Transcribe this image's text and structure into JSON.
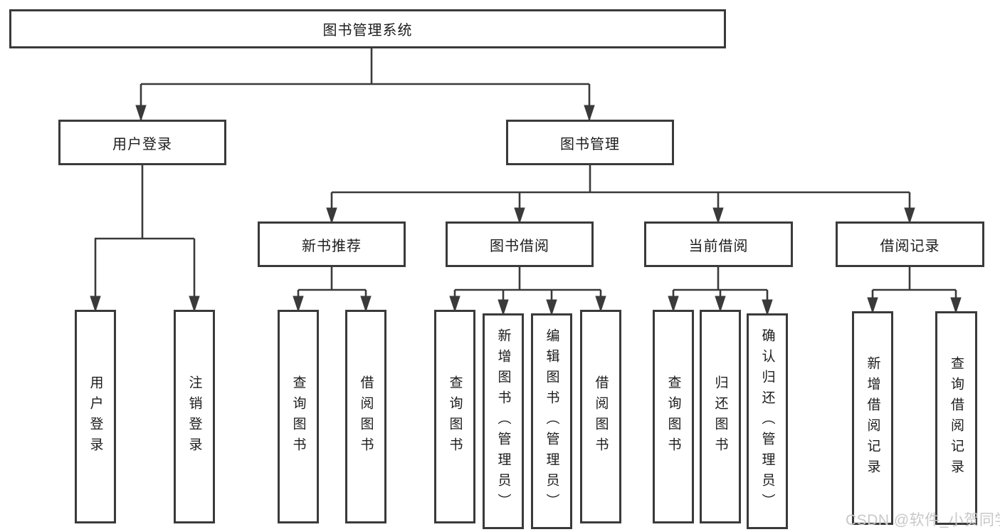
{
  "diagram": {
    "root": {
      "label": "图书管理系统"
    },
    "level2": [
      {
        "label": "用户登录"
      },
      {
        "label": "图书管理"
      }
    ],
    "level3": [
      {
        "label": "新书推荐"
      },
      {
        "label": "图书借阅"
      },
      {
        "label": "当前借阅"
      },
      {
        "label": "借阅记录"
      }
    ],
    "leaves": {
      "user": [
        {
          "label": "用户登录"
        },
        {
          "label": "注销登录"
        }
      ],
      "newbook": [
        {
          "label": "查询图书"
        },
        {
          "label": "借阅图书"
        }
      ],
      "borrow": [
        {
          "label": "查询图书"
        },
        {
          "label": "新增图书（管理员）"
        },
        {
          "label": "编辑图书（管理员）"
        },
        {
          "label": "借阅图书"
        }
      ],
      "current": [
        {
          "label": "查询图书"
        },
        {
          "label": "归还图书"
        },
        {
          "label": "确认归还（管理员）"
        }
      ],
      "records": [
        {
          "label": "新增借阅记录"
        },
        {
          "label": "查询借阅记录"
        }
      ]
    }
  },
  "watermark": {
    "text": "CSDN @软件_小贺同学"
  },
  "colors": {
    "line": "#3a3a3a",
    "text": "#1c1c1c",
    "watermark": "#c8c8c8",
    "background": "#ffffff"
  }
}
